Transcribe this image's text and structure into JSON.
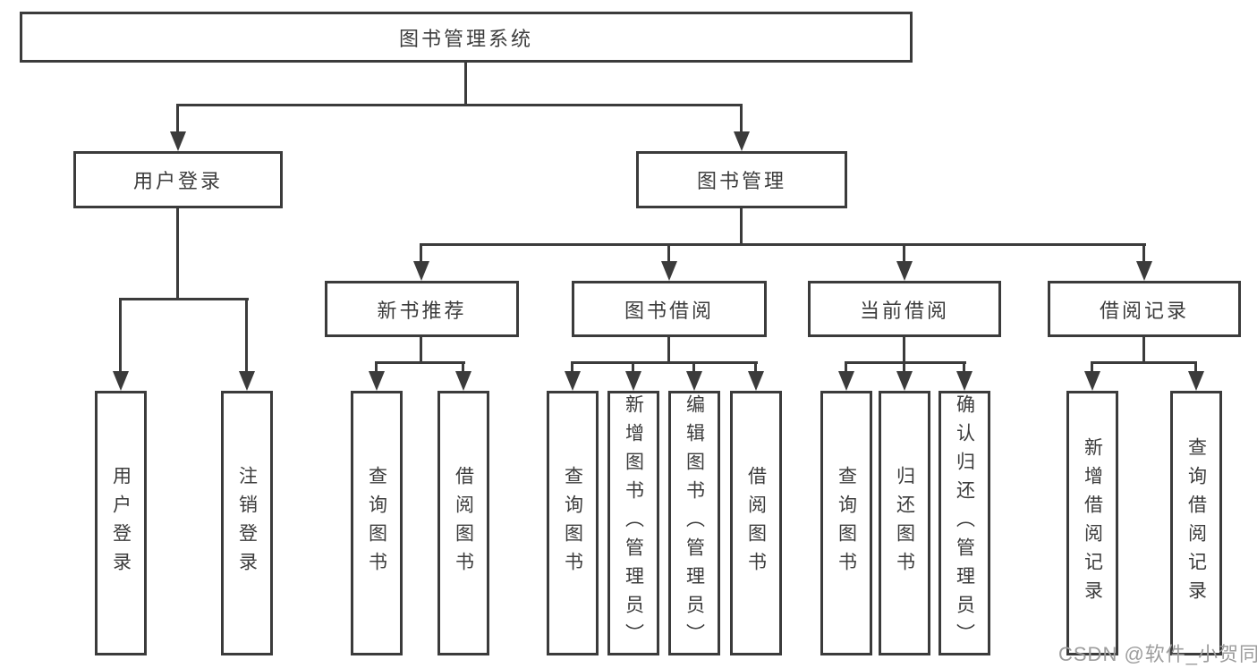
{
  "tree": {
    "label": "图书管理系统",
    "children": [
      {
        "label": "用户登录",
        "children": [
          {
            "label": "用户登录"
          },
          {
            "label": "注销登录"
          }
        ]
      },
      {
        "label": "图书管理",
        "children": [
          {
            "label": "新书推荐",
            "children": [
              {
                "label": "查询图书"
              },
              {
                "label": "借阅图书"
              }
            ]
          },
          {
            "label": "图书借阅",
            "children": [
              {
                "label": "查询图书"
              },
              {
                "label": "新增图书（管理员）"
              },
              {
                "label": "编辑图书（管理员）"
              },
              {
                "label": "借阅图书"
              }
            ]
          },
          {
            "label": "当前借阅",
            "children": [
              {
                "label": "查询图书"
              },
              {
                "label": "归还图书"
              },
              {
                "label": "确认归还（管理员）"
              }
            ]
          },
          {
            "label": "借阅记录",
            "children": [
              {
                "label": "新增借阅记录"
              },
              {
                "label": "查询借阅记录"
              }
            ]
          }
        ]
      }
    ]
  },
  "watermark": {
    "text": "CSDN @软件_小贺同学"
  },
  "colors": {
    "line": "#3b3b3b",
    "border": "#3b3b3b",
    "text": "#3c3c3c",
    "background": "#ffffff",
    "watermark": "#9d9d9d"
  }
}
